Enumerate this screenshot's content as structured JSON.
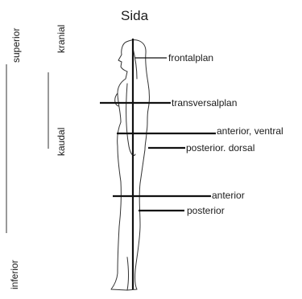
{
  "diagram": {
    "title": "Sida",
    "side_labels": {
      "superior": "superior",
      "kranial": "kranial",
      "kaudal": "kaudal",
      "inferior": "inferior"
    },
    "planes": {
      "frontal": "frontalplan",
      "transversal": "transversalplan",
      "anterior_ventral": "anterior, ventral",
      "posterior_dorsal": "posterior. dorsal",
      "anterior": "anterior",
      "posterior": "posterior"
    }
  }
}
